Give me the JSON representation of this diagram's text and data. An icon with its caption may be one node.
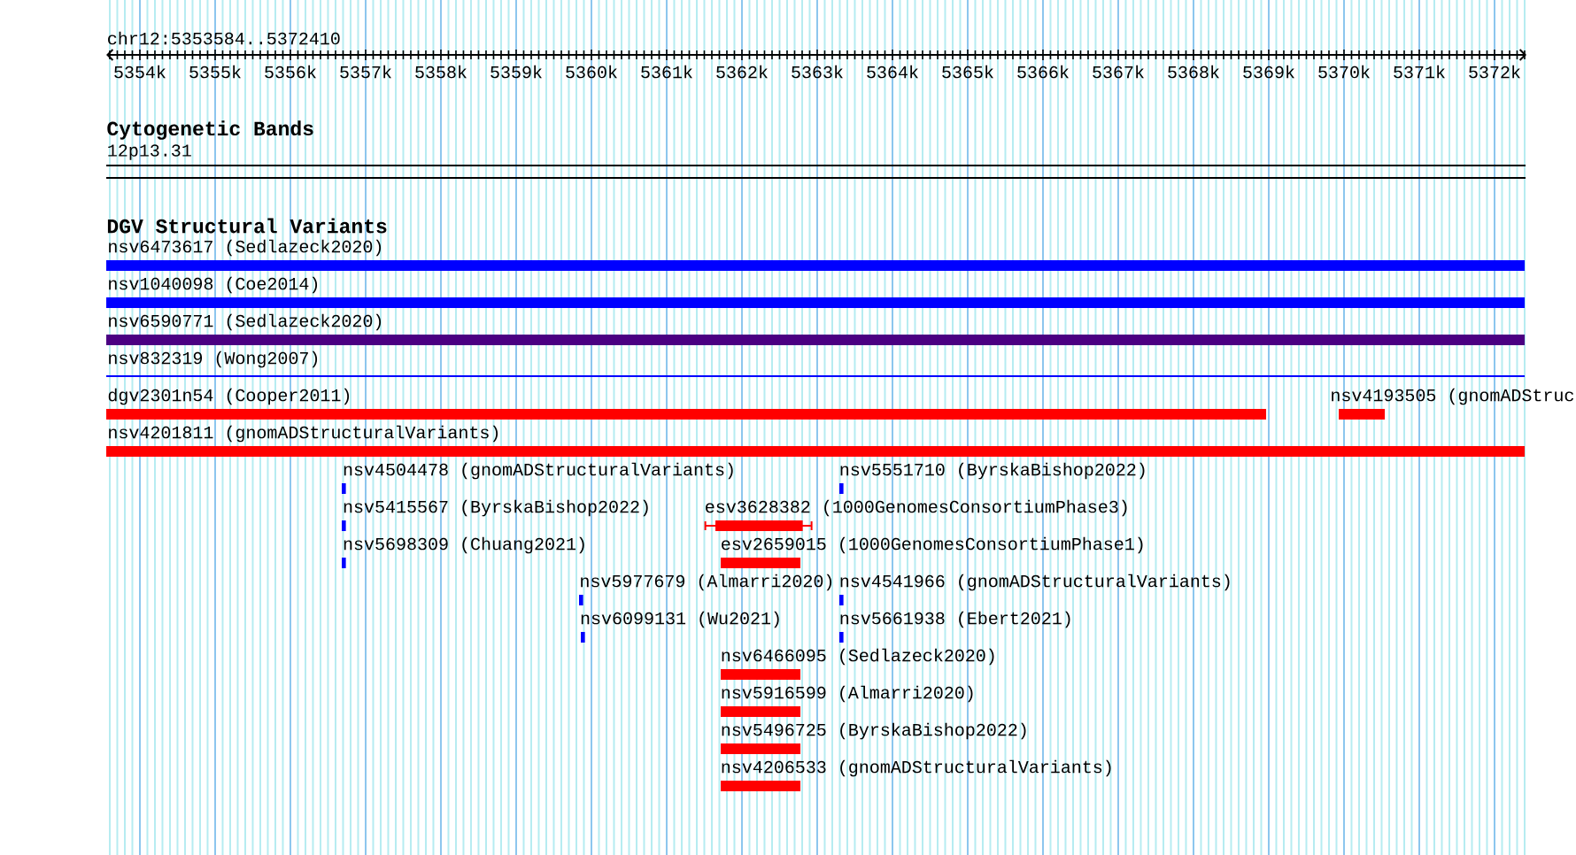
{
  "diagram": {
    "nodes": [
      {
        "text": [
          "nsv6473617 (Sedlazeck2020)"
        ]
      },
      {
        "text": [
          "nsv1040098 (Coe2014)"
        ]
      },
      {
        "text": [
          "nsv6590771 (Sedlazeck2020)"
        ]
      },
      {
        "text": [
          "nsv832319 (Wong2007)"
        ]
      },
      {
        "text": [
          "dgv2301n54 (Cooper2011)"
        ]
      },
      {
        "text": [
          "nsv4193505 (gnomADStruc"
        ]
      },
      {
        "text": [
          "nsv4201811 (gnomADStructuralVariants)"
        ]
      },
      {
        "text": [
          "nsv4504478 (gnomADStructuralVariants)"
        ]
      },
      {
        "text": [
          "nsv5551710 (ByrskaBishop2022)"
        ]
      },
      {
        "text": [
          "nsv5415567 (ByrskaBishop2022)"
        ]
      },
      {
        "text": [
          "esv3628382 (1000GenomesConsortiumPhase3)"
        ]
      },
      {
        "text": [
          "nsv5698309 (Chuang2021)"
        ]
      },
      {
        "text": [
          "esv2659015 (1000GenomesConsortiumPhase1)"
        ]
      },
      {
        "text": [
          "nsv5977679 (Almarri2020)"
        ]
      },
      {
        "text": [
          "nsv4541966 (gnomADStructuralVariants)"
        ]
      },
      {
        "text": [
          "nsv6099131 (Wu2021)"
        ]
      },
      {
        "text": [
          "nsv5661938 (Ebert2021)"
        ]
      },
      {
        "text": [
          "nsv6466095 (Sedlazeck2020)"
        ]
      },
      {
        "text": [
          "nsv5916599 (Almarri2020)"
        ]
      },
      {
        "text": [
          "nsv5496725 (ByrskaBishop2022)"
        ]
      },
      {
        "text": [
          "nsv4206533 (gnomADStructuralVariants)"
        ]
      }
    ],
    "labels": [
      "chr12:5353584..5372410",
      "5354k",
      "5355k",
      "5356k",
      "5357k",
      "5358k",
      "5359k",
      "5360k",
      "5361k",
      "5362k",
      "5363k",
      "5364k",
      "5365k",
      "5366k",
      "5367k",
      "5368k",
      "5369k",
      "5370k",
      "5371k",
      "5372k",
      "Cytogenetic Bands",
      "12p13.31",
      "DGV Structural Variants"
    ]
  }
}
